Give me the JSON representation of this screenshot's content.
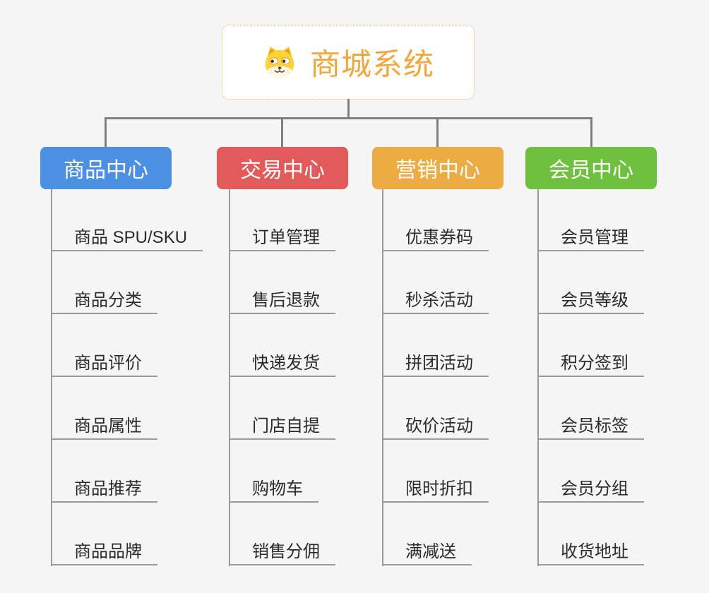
{
  "root": {
    "title": "商城系统",
    "icon": "dog-face-icon"
  },
  "branches": [
    {
      "label": "商品中心",
      "color": "#4b90e2",
      "items": [
        "商品 SPU/SKU",
        "商品分类",
        "商品评价",
        "商品属性",
        "商品推荐",
        "商品品牌"
      ]
    },
    {
      "label": "交易中心",
      "color": "#e25a5a",
      "items": [
        "订单管理",
        "售后退款",
        "快递发货",
        "门店自提",
        "购物车",
        "销售分佣"
      ]
    },
    {
      "label": "营销中心",
      "color": "#edab44",
      "items": [
        "优惠券码",
        "秒杀活动",
        "拼团活动",
        "砍价活动",
        "限时折扣",
        "满减送"
      ]
    },
    {
      "label": "会员中心",
      "color": "#70c040",
      "items": [
        "会员管理",
        "会员等级",
        "积分签到",
        "会员标签",
        "会员分组",
        "收货地址"
      ]
    }
  ],
  "colors": {
    "background": "#f5f5f5",
    "root_accent": "#f2a63c",
    "root_border": "#f0a948",
    "connector": "#7f7f7f",
    "underline": "#9b9b9b",
    "topic_text": "#2b2b2b"
  }
}
